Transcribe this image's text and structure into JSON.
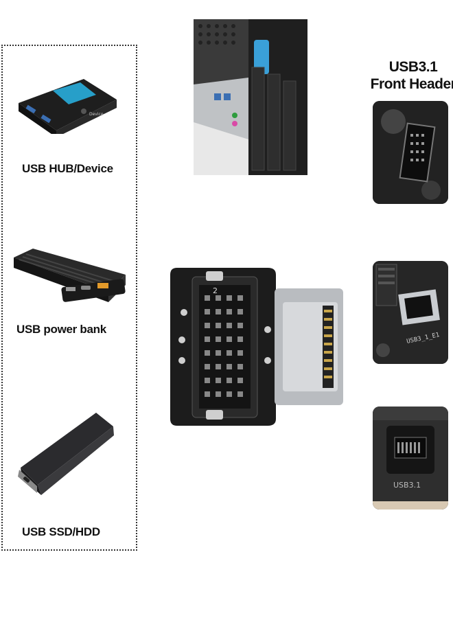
{
  "devices": {
    "hub_label": "USB HUB/Device",
    "powerbank_label": "USB power bank",
    "ssd_label": "USB SSD/HDD"
  },
  "header": {
    "title_line1": "USB3.1",
    "title_line2": "Front Header"
  },
  "adapter": {
    "pin_number": "2"
  },
  "photos": {
    "bottom_header_text": "USB3.1",
    "middle_header_text": "USB3_1_E1"
  },
  "colors": {
    "pcb": "#1c1c1c",
    "connector_metal": "#b9bcc0",
    "gold_pin": "#c9a64a",
    "hub_led": "#29b6e8"
  }
}
